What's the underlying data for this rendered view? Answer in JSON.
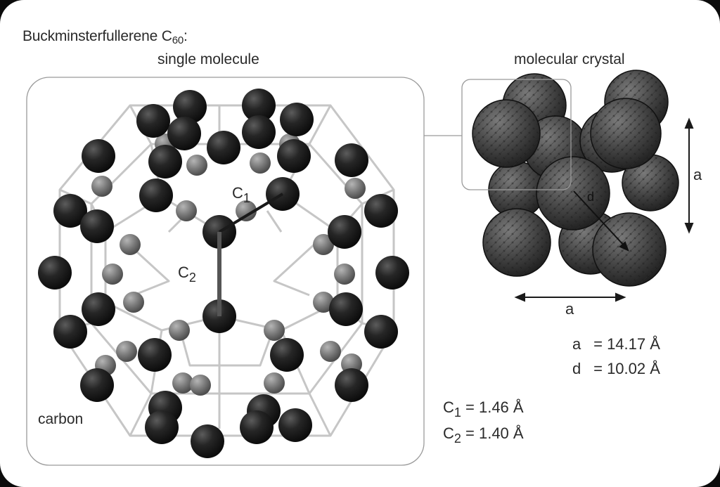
{
  "figure": {
    "title_main": "Buckminsterfullerene C",
    "title_sub": "60",
    "title_suffix": ":",
    "label_single": "single molecule",
    "label_crystal": "molecular crystal",
    "label_carbon": "carbon",
    "bond_c1": {
      "main": "C",
      "sub": "1"
    },
    "bond_c2": {
      "main": "C",
      "sub": "2"
    },
    "lattice_a": "a",
    "distance_d": "d",
    "eq_a": {
      "symbol": "a",
      "text": " = 14.17 Å"
    },
    "eq_d": {
      "symbol": "d",
      "text": " = 10.02 Å"
    },
    "eq_c1": {
      "symbol": "C",
      "sub": "1",
      "text": " = 1.46 Å"
    },
    "eq_c2": {
      "symbol": "C",
      "sub": "2",
      "text": " = 1.40 Å"
    },
    "colors": {
      "frame_bg": "#0b0b0b",
      "panel_bg": "#ffffff",
      "atom_dark": "#1a1a1a",
      "atom_light": "#7d7d7d",
      "bond": "#c4c4c4",
      "crystal_ball": "#4a4a4a"
    }
  }
}
